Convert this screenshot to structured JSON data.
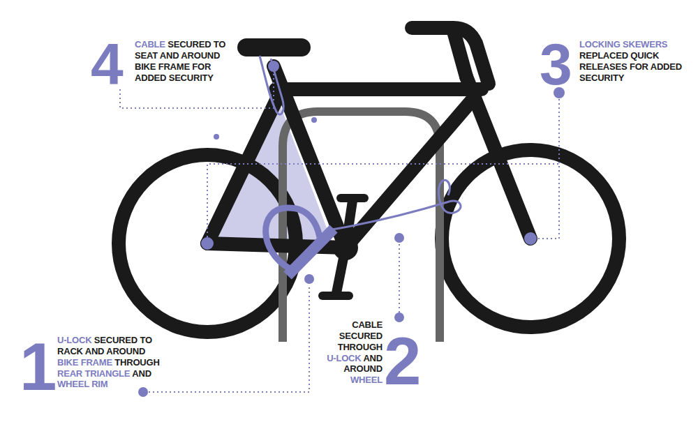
{
  "diagram": {
    "labels": [
      "4",
      "CABLE SECURED TO SEAT AND AROUND BIKE FRAME FOR ADDED SECURITY",
      "3",
      "LOCKING SKEWERS REPLACED QUICK RELEASES FOR ADDED SECURITY",
      "1",
      "U-LOCK SECURED TO RACK AND AROUND BIKE FRAME THROUGH REAR TRIANGLE AND WHEEL RIM",
      "2",
      "CABLE SECURED THROUGH U-LOCK AND AROUND WHEEL"
    ]
  }
}
